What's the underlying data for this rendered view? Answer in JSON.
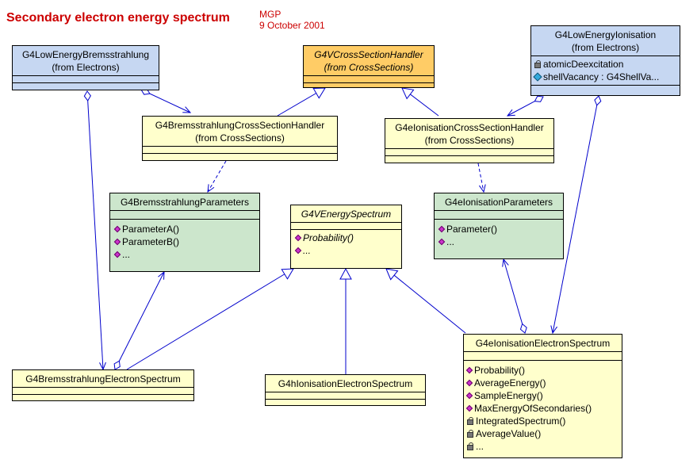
{
  "header": {
    "title": "Secondary electron energy spectrum",
    "author": "MGP",
    "date": "9 October 2001"
  },
  "classes": {
    "lowe_brems": {
      "name": "G4LowEnergyBremsstrahlung",
      "pkg": "(from Electrons)"
    },
    "vcross": {
      "name": "G4VCrossSectionHandler",
      "pkg": "(from CrossSections)"
    },
    "lowe_ion": {
      "name": "G4LowEnergyIonisation",
      "pkg": "(from Electrons)",
      "attributes": [
        "atomicDeexcitation",
        "shellVacancy : G4ShellVa..."
      ],
      "attribute_icons": [
        "lock-icon",
        "attribute-icon"
      ]
    },
    "brems_csh": {
      "name": "G4BremsstrahlungCrossSectionHandler",
      "pkg": "(from CrossSections)"
    },
    "ion_csh": {
      "name": "G4eIonisationCrossSectionHandler",
      "pkg": "(from CrossSections)"
    },
    "brems_params": {
      "name": "G4BremsstrahlungParameters",
      "ops": [
        "ParameterA()",
        "ParameterB()",
        "..."
      ]
    },
    "venergy": {
      "name": "G4VEnergySpectrum",
      "ops": [
        "Probability()",
        "..."
      ]
    },
    "ion_params": {
      "name": "G4eIonisationParameters",
      "ops": [
        "Parameter()",
        "..."
      ]
    },
    "brems_spec": {
      "name": "G4BremsstrahlungElectronSpectrum"
    },
    "hion_spec": {
      "name": "G4hIonisationElectronSpectrum"
    },
    "ion_spec": {
      "name": "G4eIonisationElectronSpectrum",
      "public_ops": [
        "Probability()",
        "AverageEnergy()",
        "SampleEnergy()",
        "MaxEnergyOfSecondaries()"
      ],
      "private_ops": [
        "IntegratedSpectrum()",
        "AverageValue()",
        "..."
      ]
    }
  },
  "colors": {
    "title": "#cc0000",
    "blue": "#c6d7f2",
    "yellow": "#ffffcc",
    "orange": "#ffcc66",
    "green": "#cce6cc",
    "line": "#0000cc"
  }
}
